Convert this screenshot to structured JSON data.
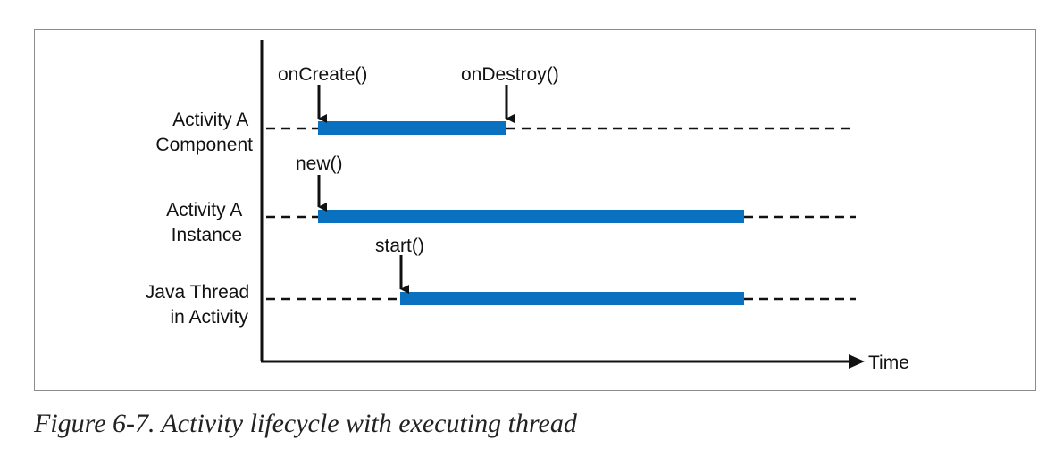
{
  "rows": [
    {
      "label_line1": "Activity A",
      "label_line2": "Component",
      "events": [
        {
          "label": "onCreate()"
        },
        {
          "label": "onDestroy()"
        }
      ]
    },
    {
      "label_line1": "Activity A",
      "label_line2": "Instance",
      "events": [
        {
          "label": "new()"
        }
      ]
    },
    {
      "label_line1": "Java Thread",
      "label_line2": "in Activity",
      "events": [
        {
          "label": "start()"
        }
      ]
    }
  ],
  "axis": {
    "x_label": "Time"
  },
  "caption": "Figure 6-7. Activity lifecycle with executing thread",
  "colors": {
    "bar": "#0a70c0",
    "line": "#111111",
    "frame": "#8c8c8c"
  }
}
